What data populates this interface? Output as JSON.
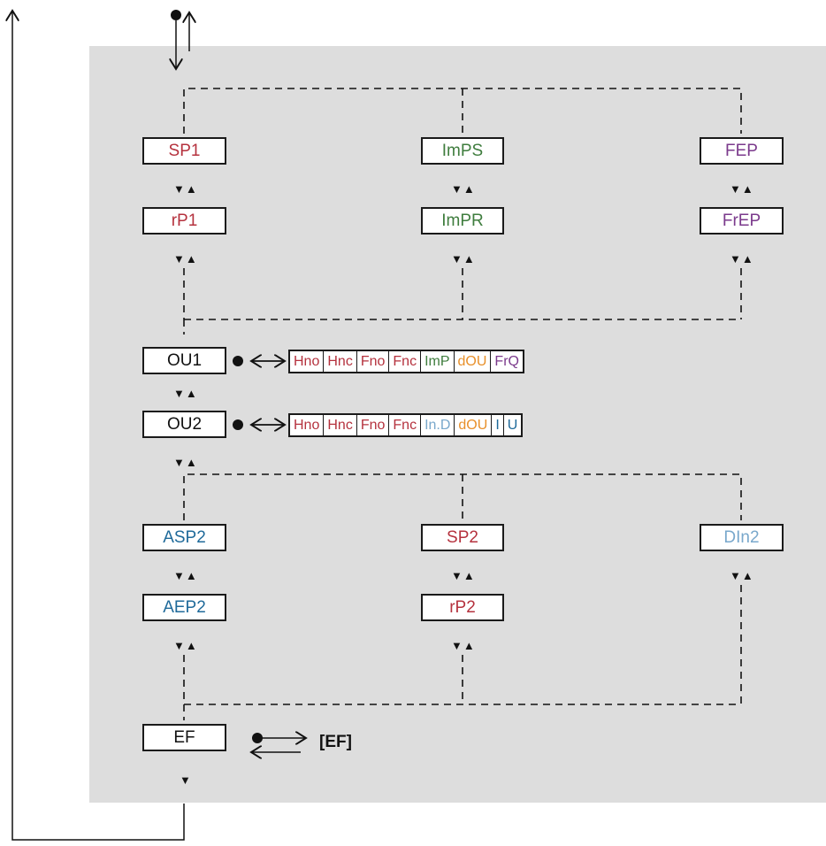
{
  "colors": {
    "red": "#b5323e",
    "green": "#3f7d3e",
    "purple": "#7b3a8c",
    "blue": "#1f6a9a",
    "lightblue": "#79a8cc",
    "orange": "#e8902a",
    "black": "#111111",
    "panel": "#dddddd"
  },
  "nav_symbol": "▼▲",
  "down_symbol": "▼",
  "boxes": {
    "sp1": "SP1",
    "imps": "ImPS",
    "fep": "FEP",
    "rp1": "rP1",
    "impr": "ImPR",
    "frep": "FrEP",
    "ou1": "OU1",
    "ou2": "OU2",
    "asp2": "ASP2",
    "sp2": "SP2",
    "din2": "DIn2",
    "aep2": "AEP2",
    "rp2": "rP2",
    "ef": "EF"
  },
  "ou1_options": [
    "Hno",
    "Hnc",
    "Fno",
    "Fnc",
    "ImP",
    "dOU",
    "FrQ"
  ],
  "ou2_options": [
    "Hno",
    "Hnc",
    "Fno",
    "Fnc",
    "In.D",
    "dOU",
    "I",
    "U"
  ],
  "ef_target": "[EF]"
}
